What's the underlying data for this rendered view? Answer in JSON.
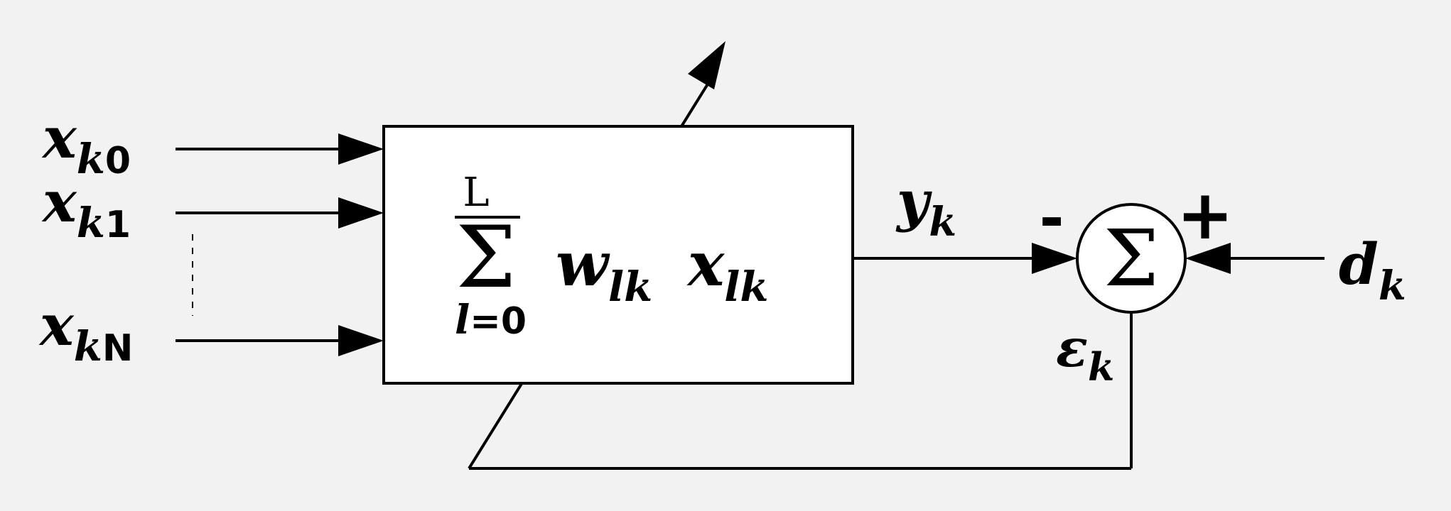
{
  "inputs": [
    {
      "var": "x",
      "sub_k": "k",
      "sub_idx": "0"
    },
    {
      "var": "x",
      "sub_k": "k",
      "sub_idx": "1"
    },
    {
      "var": "x",
      "sub_k": "k",
      "sub_idx": "N"
    }
  ],
  "box": {
    "sum_symbol": "Σ",
    "upper_limit": "L",
    "lower_limit_var": "l",
    "lower_limit_eq": "=0",
    "weight_var": "w",
    "weight_sub": "lk",
    "input_var": "x",
    "input_sub": "lk"
  },
  "output": {
    "var": "y",
    "sub": "k"
  },
  "summer": {
    "symbol": "Σ",
    "minus": "-",
    "plus": "+"
  },
  "desired": {
    "var": "d",
    "sub": "k"
  },
  "error": {
    "var": "ε",
    "sub": "k"
  },
  "colors": {
    "line": "#000000",
    "box_fill": "#ffffff",
    "background": "#f2f2f2"
  }
}
